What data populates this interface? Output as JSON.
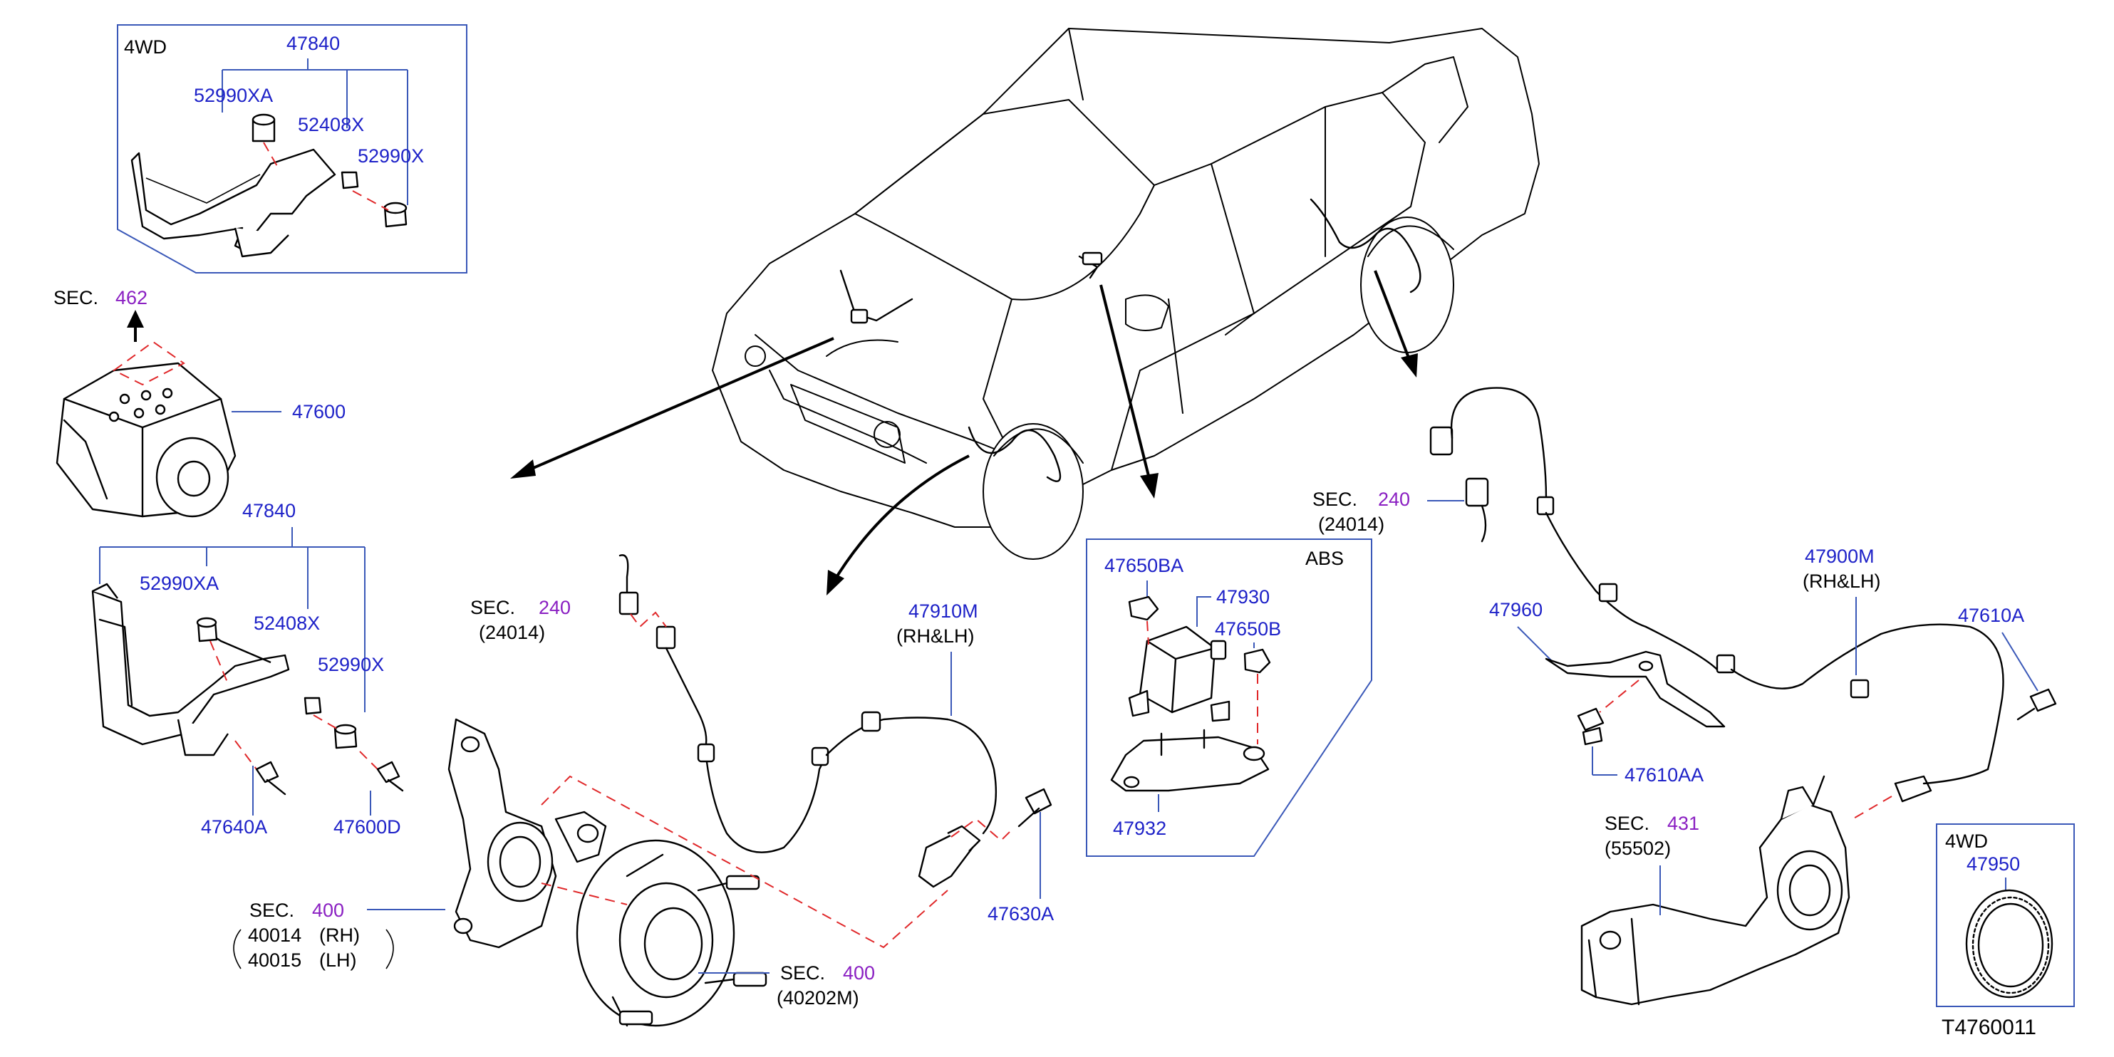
{
  "labels": {
    "topbox_4wd": "4WD",
    "topbox_47840": "47840",
    "topbox_52990XA": "52990XA",
    "topbox_52408X": "52408X",
    "topbox_52990X": "52990X",
    "sec_word": "SEC.",
    "sec462_num": "462",
    "p47600": "47600",
    "mid_47840": "47840",
    "mid_52990XA": "52990XA",
    "mid_52408X": "52408X",
    "mid_52990X": "52990X",
    "p47640A": "47640A",
    "p47600D": "47600D",
    "sec240_left_num": "240",
    "sec240_left_sub": "(24014)",
    "p47910M": "47910M",
    "p47910M_sub": "(RH&LH)",
    "p47630A": "47630A",
    "sec400_num": "400",
    "sec400_rh_code": "40014",
    "sec400_rh": "(RH)",
    "sec400_lh_code": "40015",
    "sec400_lh": "(LH)",
    "sec400b_num": "400",
    "sec400b_sub": "(40202M)",
    "abs_title": "ABS",
    "p47650BA": "47650BA",
    "p47930": "47930",
    "p47650B": "47650B",
    "p47932": "47932",
    "sec240_right_num": "240",
    "sec240_right_sub": "(24014)",
    "p47900M": "47900M",
    "p47900M_sub": "(RH&LH)",
    "p47960": "47960",
    "p47610A": "47610A",
    "p47610AA": "47610AA",
    "sec431_num": "431",
    "sec431_sub": "(55502)",
    "rightbox_4wd": "4WD",
    "p47950": "47950",
    "diagram_id": "T4760011"
  },
  "colors": {
    "part_number": "#1e22c8",
    "section_number": "#8a1fc2",
    "leader_line": "#3a58b8",
    "dashed_line": "#e0282a",
    "drawing": "#000000"
  }
}
